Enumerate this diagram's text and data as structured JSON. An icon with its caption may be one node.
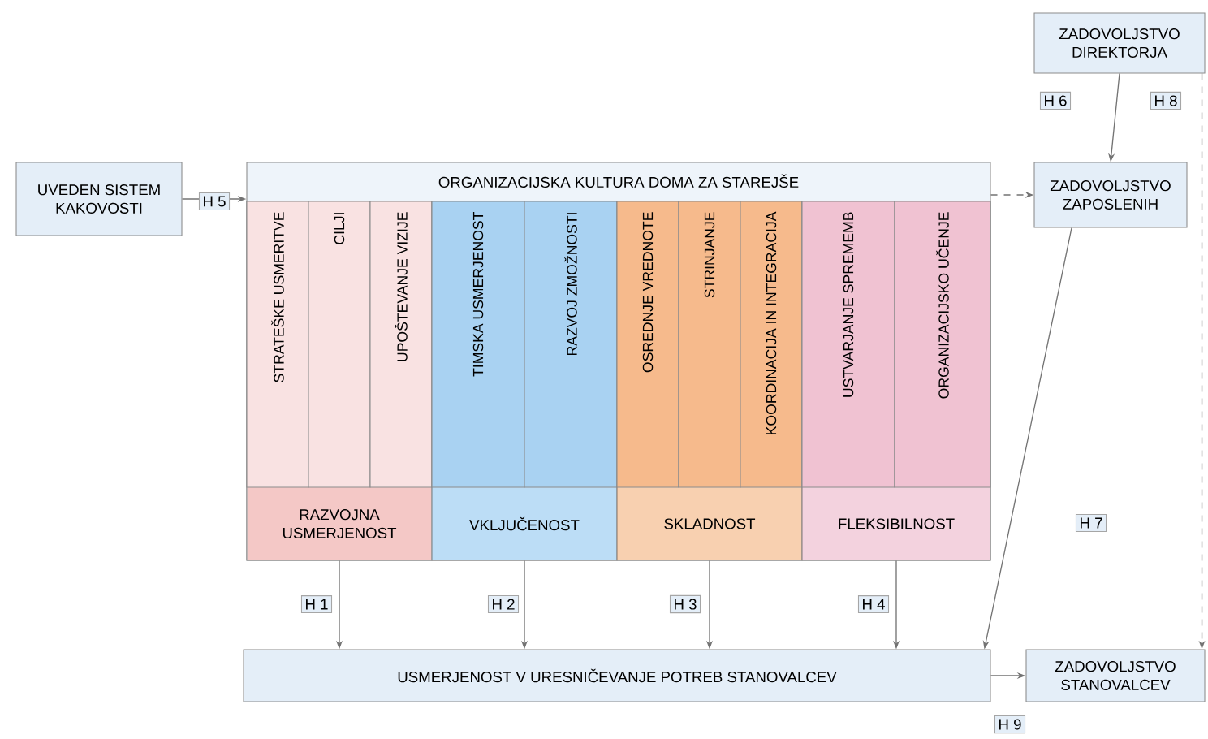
{
  "diagram": {
    "nodes": [
      {
        "text": [
          "UVEDEN SISTEM KAKOVOSTI"
        ]
      },
      {
        "text": [
          "ORGANIZACIJSKA KULTURA DOMA ZA STAREJŠE"
        ]
      },
      {
        "text": [
          "RAZVOJNA USMERJENOST"
        ],
        "in": 1
      },
      {
        "text": [
          "STRATEŠKE USMERITVE"
        ],
        "in": 2
      },
      {
        "text": [
          "CILJI"
        ],
        "in": 2
      },
      {
        "text": [
          "UPOŠTEVANJE VIZIJE"
        ],
        "in": 2
      },
      {
        "text": [
          "VKLJUČENOST"
        ],
        "in": 1
      },
      {
        "text": [
          "TIMSKA USMERJENOST"
        ],
        "in": 6
      },
      {
        "text": [
          "RAZVOJ ZMOŽNOSTI"
        ],
        "in": 6
      },
      {
        "text": [
          "SKLADNOST"
        ],
        "in": 1
      },
      {
        "text": [
          "OSREDNJE VREDNOTE"
        ],
        "in": 9
      },
      {
        "text": [
          "STRINJANJE"
        ],
        "in": 9
      },
      {
        "text": [
          "KOORDINACIJA IN INTEGRACIJA"
        ],
        "in": 9
      },
      {
        "text": [
          "FLEKSIBILNOST"
        ],
        "in": 1
      },
      {
        "text": [
          "USTVARJANJE SPREMEMB"
        ],
        "in": 13
      },
      {
        "text": [
          "ORGANIZACIJSKO UČENJE"
        ],
        "in": 13
      },
      {
        "text": [
          "ZADOVOLJSTVO DIREKTORJA"
        ]
      },
      {
        "text": [
          "ZADOVOLJSTVO ZAPOSLENIH"
        ]
      },
      {
        "text": [
          "USMERJENOST V URESNIČEVANJE POTREB STANOVALCEV"
        ]
      },
      {
        "text": [
          "ZADOVOLJSTVO STANOVALCEV"
        ]
      }
    ],
    "edges": [
      {
        "from": 0,
        "to": 1,
        "arrow": "to",
        "label": "H 5"
      },
      {
        "from": 16,
        "to": 17,
        "arrow": "to",
        "label": "H 6"
      },
      {
        "from": 16,
        "to": 19,
        "arrow": "to",
        "label": "H 8",
        "style": "dashed"
      },
      {
        "from": 1,
        "to": 17,
        "arrow": "to",
        "style": "dashed"
      },
      {
        "from": 17,
        "to": 18,
        "arrow": "to",
        "label": "H 7"
      },
      {
        "from": 2,
        "to": 18,
        "arrow": "to",
        "label": "H 1"
      },
      {
        "from": 6,
        "to": 18,
        "arrow": "to",
        "label": "H 2"
      },
      {
        "from": 9,
        "to": 18,
        "arrow": "to",
        "label": "H 3"
      },
      {
        "from": 13,
        "to": 18,
        "arrow": "to",
        "label": "H 4"
      },
      {
        "from": 18,
        "to": 19,
        "arrow": "to",
        "label": "H 9"
      }
    ]
  }
}
